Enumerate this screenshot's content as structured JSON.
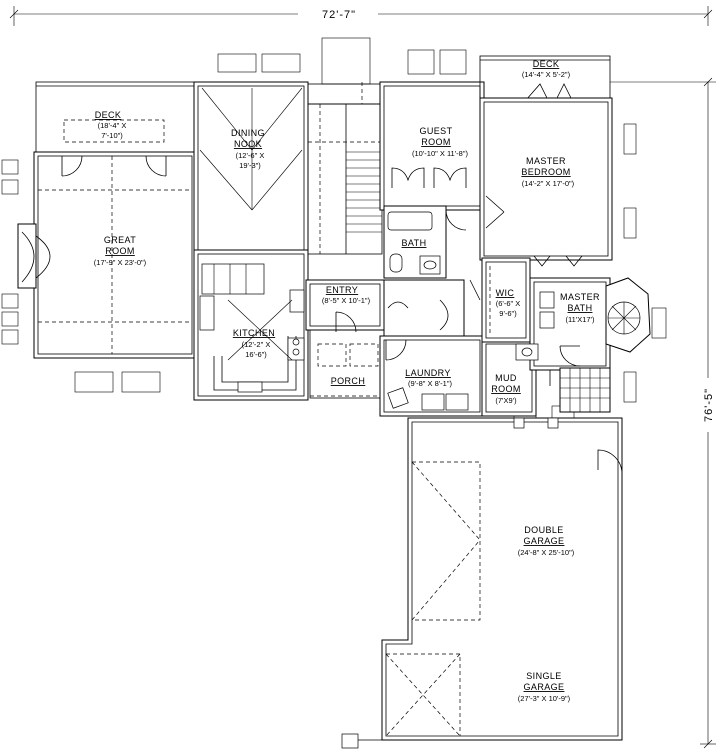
{
  "overall": {
    "width": "72'-7\"",
    "depth": "76'-5\""
  },
  "rooms": {
    "deck_left": {
      "name": "DECK",
      "size_1": "(18'-4\" X",
      "size_2": "7'-10\")"
    },
    "great_room": {
      "name_1": "GREAT",
      "name_2": "ROOM",
      "size": "(17'-9\" X 23'-0\")"
    },
    "dining_nook": {
      "name_1": "DINING",
      "name_2": "NOOK",
      "size_1": "(12'-6\" X",
      "size_2": "19'-3\")"
    },
    "guest_room": {
      "name_1": "GUEST",
      "name_2": "ROOM",
      "size": "(10'-10\" X 11'-8\")"
    },
    "deck_right": {
      "name": "DECK",
      "size": "(14'-4\" X 5'-2\")"
    },
    "master_bedroom": {
      "name_1": "MASTER",
      "name_2": "BEDROOM",
      "size": "(14'-2\" X 17'-0\")"
    },
    "bath": {
      "name": "BATH"
    },
    "wic": {
      "name": "WIC",
      "size_1": "(6'-6\" X",
      "size_2": "9'-6\")"
    },
    "master_bath": {
      "name_1": "MASTER",
      "name_2": "BATH",
      "size": "(11'X17')"
    },
    "entry": {
      "name": "ENTRY",
      "size": "(8'-5\" X 10'-1\")"
    },
    "kitchen": {
      "name": "KITCHEN",
      "size_1": "(12'-2\" X",
      "size_2": "16'-6\")"
    },
    "porch": {
      "name": "PORCH"
    },
    "laundry": {
      "name": "LAUNDRY",
      "size": "(9'-8\" X 8'-1\")"
    },
    "mud_room": {
      "name_1": "MUD",
      "name_2": "ROOM",
      "size": "(7'X9')"
    },
    "double_garage": {
      "name_1": "DOUBLE",
      "name_2": "GARAGE",
      "size": "(24'-8\" X 25'-10\")"
    },
    "single_garage": {
      "name_1": "SINGLE",
      "name_2": "GARAGE",
      "size": "(27'-3\" X 10'-9\")"
    }
  }
}
